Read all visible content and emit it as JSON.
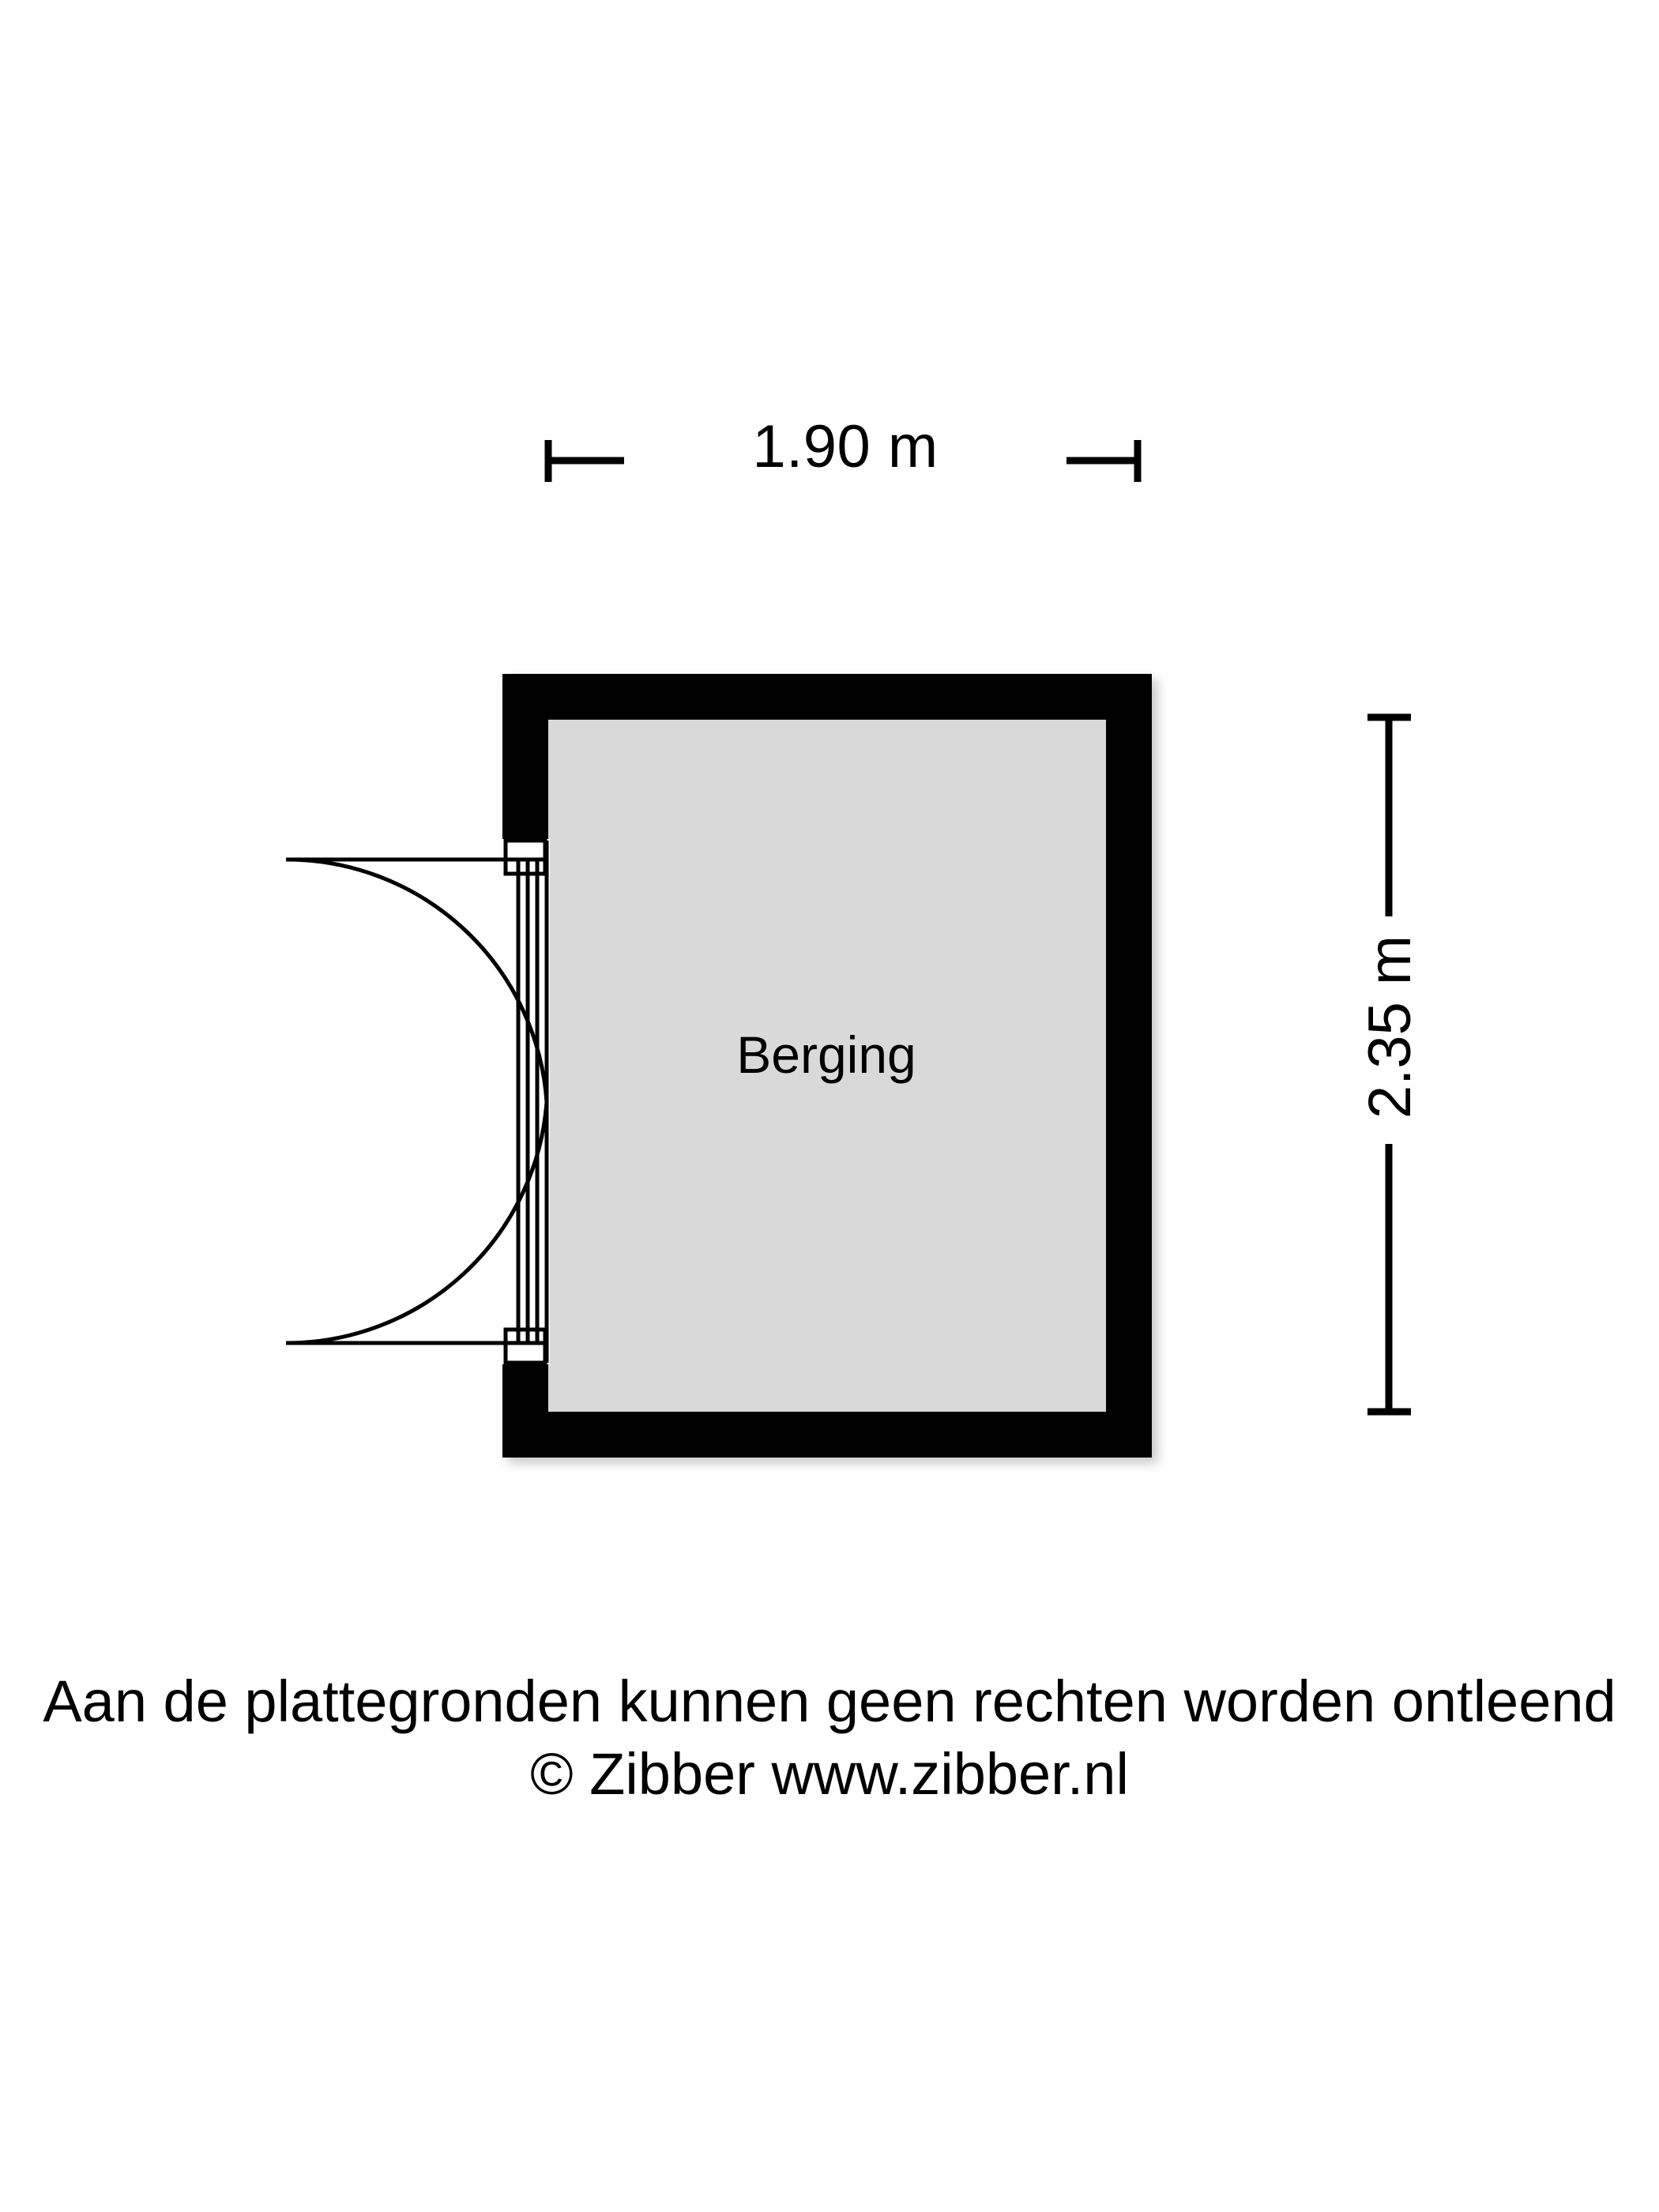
{
  "document": {
    "type": "floor-plan",
    "background_color": "#ffffff"
  },
  "plan": {
    "room": {
      "label": "Berging",
      "fill_color": "#d9d9d9",
      "wall_color": "#000000"
    },
    "dimensions": {
      "width": {
        "value": "1.90 m",
        "orientation": "horizontal",
        "position": "top"
      },
      "height": {
        "value": "2.35 m",
        "orientation": "vertical",
        "position": "right"
      }
    },
    "openings": [
      {
        "name": "double-door",
        "wall": "left",
        "swing": "outward",
        "leaves": 2
      }
    ]
  },
  "footer": {
    "disclaimer": "Aan de plattegronden kunnen geen rechten worden ontleend",
    "copyright": "© Zibber www.zibber.nl"
  }
}
